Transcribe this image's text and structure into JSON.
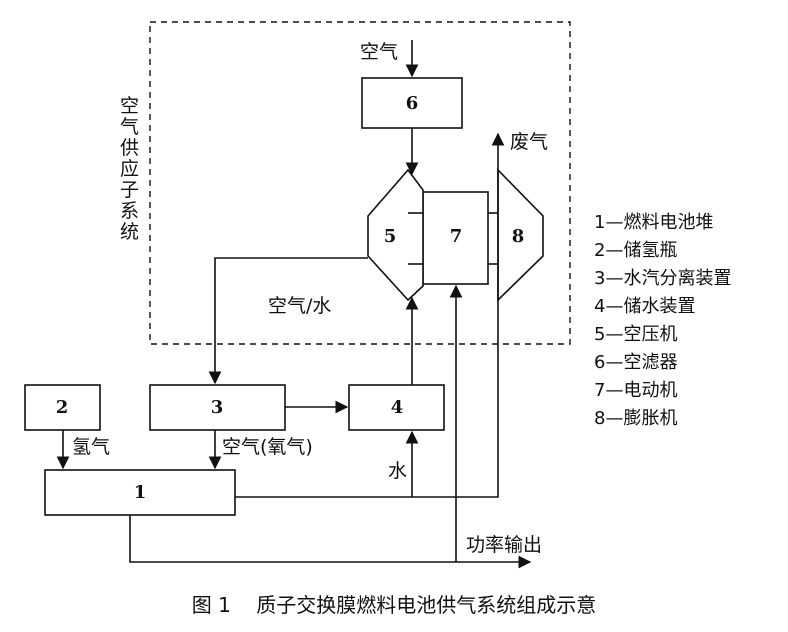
{
  "subsystem_label": "空气供应子系统",
  "component_numbers": {
    "c1": "1",
    "c2": "2",
    "c3": "3",
    "c4": "4",
    "c5": "5",
    "c6": "6",
    "c7": "7",
    "c8": "8"
  },
  "flow_labels": {
    "air_in": "空气",
    "exhaust": "废气",
    "air_water": "空气/水",
    "hydrogen": "氢气",
    "air_oxygen": "空气(氧气)",
    "water": "水",
    "power_output": "功率输出"
  },
  "legend": [
    "1—燃料电池堆",
    "2—储氢瓶",
    "3—水汽分离装置",
    "4—储水装置",
    "5—空压机",
    "6—空滤器",
    "7—电动机",
    "8—膨胀机"
  ],
  "caption": "图 1    质子交换膜燃料电池供气系统组成示意"
}
